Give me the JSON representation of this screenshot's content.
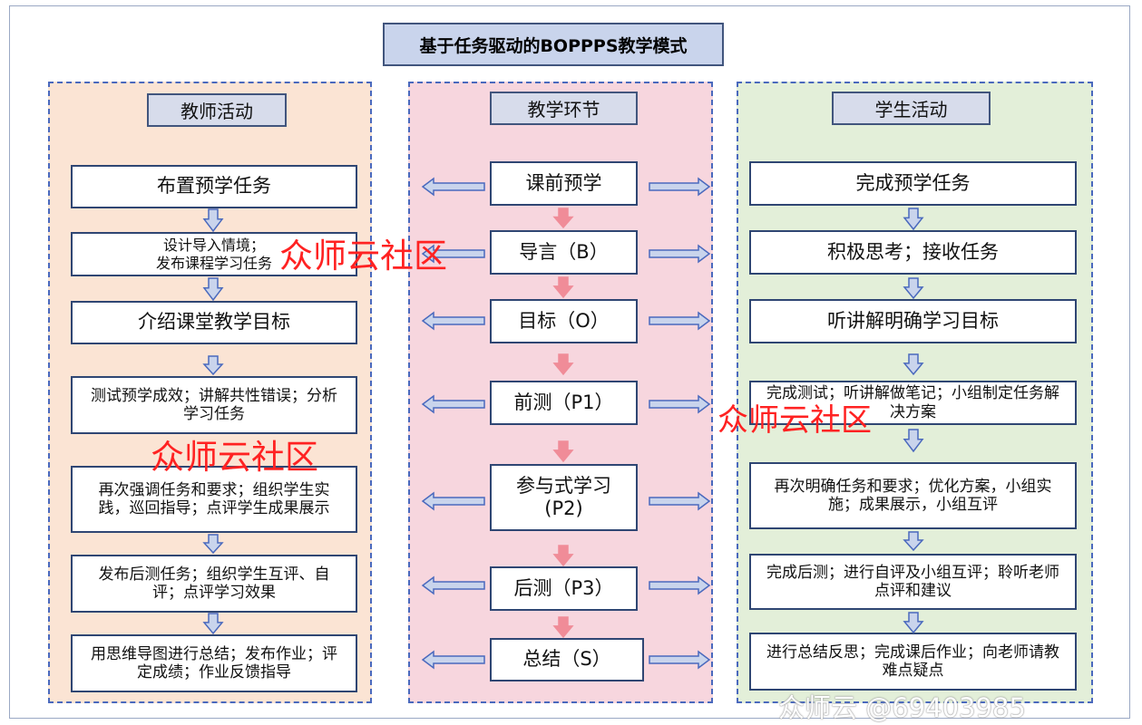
{
  "title": "基于任务驱动的BOPPPS教学模式",
  "teacher": {
    "header": "教师活动",
    "items": [
      "布置预学任务",
      "设计导入情境；\n发布课程学习任务",
      "介绍课堂教学目标",
      "测试预学成效；讲解共性错误；分析学习任务",
      "再次强调任务和要求；组织学生实践，巡回指导；点评学生成果展示",
      "发布后测任务；组织学生互评、自评；点评学习效果",
      "用思维导图进行总结；发布作业；评定成绩；作业反馈指导"
    ]
  },
  "stage": {
    "header": "教学环节",
    "items": [
      "课前预学",
      "导言（B）",
      "目标（O）",
      "前测（P1）",
      "参与式学习\n(P2)",
      "后测（P3）",
      "总结（S）"
    ]
  },
  "student": {
    "header": "学生活动",
    "items": [
      "完成预学任务",
      "积极思考；接收任务",
      "听讲解明确学习目标",
      "完成测试；听讲解做笔记；小组制定任务解决方案",
      "再次明确任务和要求；优化方案，小组实施；成果展示，小组互评",
      "完成后测；进行自评及小组互评；聆听老师点评和建议",
      "进行总结反思；完成课后作业；向老师请教难点疑点"
    ]
  },
  "watermarks": [
    "众师云社区",
    "众师云社区",
    "众师云社区"
  ],
  "footer_watermark": "众师云 @69403985",
  "colors": {
    "teacher_bg": "#fbe4d4",
    "stage_bg": "#f7d6de",
    "student_bg": "#e3efd9",
    "down_arrow_blue": "#c9d4ec",
    "down_arrow_pink": "#f08c98",
    "box_border": "#2f4673",
    "watermark": "#ff2222"
  }
}
